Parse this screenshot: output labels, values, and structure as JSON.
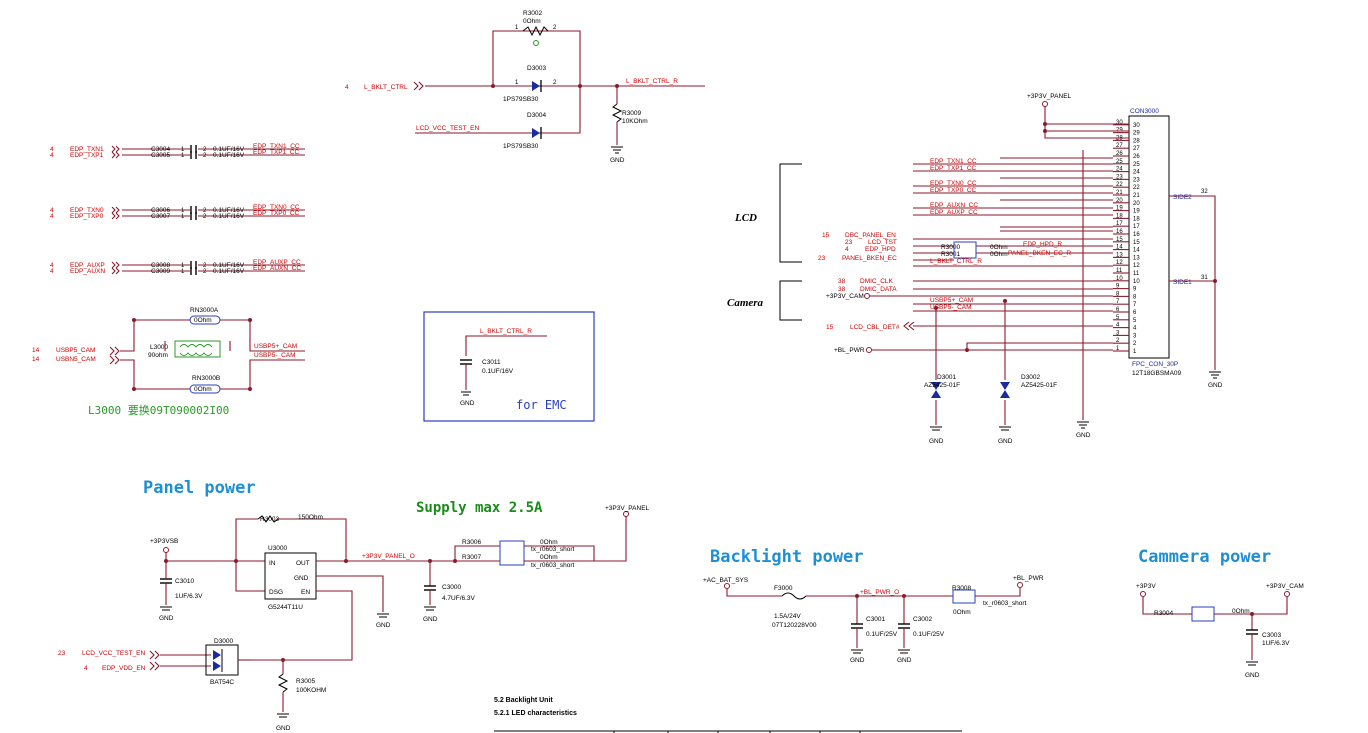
{
  "headers": {
    "panel_power": "Panel power",
    "supply": "Supply max 2.5A",
    "backlight_power": "Backlight power",
    "camera_power": "Cammera power",
    "lcd": "LCD",
    "camera": "Camera",
    "emc_note": "for EMC",
    "l3000_note": "L3000 要换09T090002I00"
  },
  "top": {
    "r3002": "R3002",
    "r3002_val": "0Ohm",
    "d3003": "D3003",
    "d3003_part": "1PS79SB30",
    "d3004": "D3004",
    "d3004_part": "1PS79SB30",
    "r3009": "R3009",
    "r3009_val": "10KOhm",
    "sig_in": "L_BKLT_CTRL",
    "sig_out": "L_BKLT_CTRL_R",
    "sig_test": "LCD_VCC_TEST_EN",
    "sheet_ref": "4"
  },
  "edp_caps": [
    {
      "ref": "4",
      "net": "EDP_TXN1",
      "cap": "C3004",
      "val": "0.1UF/16V",
      "out": "EDP_TXN1_CC"
    },
    {
      "ref": "4",
      "net": "EDP_TXP1",
      "cap": "C3005",
      "val": "0.1UF/16V",
      "out": "EDP_TXP1_CC"
    },
    {
      "ref": "4",
      "net": "EDP_TXN0",
      "cap": "C3006",
      "val": "0.1UF/16V",
      "out": "EDP_TXN0_CC"
    },
    {
      "ref": "4",
      "net": "EDP_TXP0",
      "cap": "C3007",
      "val": "0.1UF/16V",
      "out": "EDP_TXP0_CC"
    },
    {
      "ref": "4",
      "net": "EDP_AUXP",
      "cap": "C3008",
      "val": "0.1UF/16V",
      "out": "EDP_AUXP_CC"
    },
    {
      "ref": "4",
      "net": "EDP_AUXN",
      "cap": "C3009",
      "val": "0.1UF/16V",
      "out": "EDP_AUXN_CC"
    }
  ],
  "usb": {
    "rn_a": "RN3000A",
    "rn_b": "RN3000B",
    "rn_val": "0Ohm",
    "l3000": "L3000",
    "l3000_val": "90ohm",
    "in_p": "USBP5_CAM",
    "in_n": "USBN5_CAM",
    "ref": "14",
    "out_p": "USBP5+_CAM",
    "out_n": "USBP5-_CAM"
  },
  "emc": {
    "net": "L_BKLT_CTRL_R",
    "cap": "C3011",
    "val": "0.1UF/16V",
    "gnd": "GND"
  },
  "connector": {
    "ref": "CON3000",
    "part": "FPC_CON_30P",
    "pn": "12T18GBSMA09",
    "power": "+3P3V_PANEL",
    "side2": "SIDE2",
    "side1": "SIDE1",
    "pin32": "32",
    "pin31": "31",
    "nets": [
      {
        "pin": "23",
        "label": "EDP_TXN1_CC"
      },
      {
        "pin": "22",
        "label": "EDP_TXP1_CC"
      },
      {
        "pin": "20",
        "label": "EDP_TXN0_CC"
      },
      {
        "pin": "19",
        "label": "EDP_TXP0_CC"
      },
      {
        "pin": "18",
        "label": "EDP_AUXN_CC"
      },
      {
        "pin": "17",
        "label": "EDP_AUXP_CC"
      }
    ],
    "ctrl": [
      {
        "ref": "15",
        "label": "DBC_PANEL_EN"
      },
      {
        "ref": "23",
        "label": "LCD_TST"
      },
      {
        "ref": "4",
        "label": "EDP_HPD"
      },
      {
        "ref": "23",
        "label": "PANEL_BKEN_EC"
      }
    ],
    "r3000": "R3000",
    "r3001": "R3001",
    "r_val": "0Ohm",
    "hpd_r": "EDP_HPD_R",
    "bken_r": "PANEL_BKEN_EC_R",
    "bklt_r": "L_BKLT_CTRL_R",
    "dmic": [
      {
        "ref": "38",
        "label": "DMIC_CLK"
      },
      {
        "ref": "38",
        "label": "DMIC_DATA"
      }
    ],
    "cam_pwr": "+3P3V_CAM",
    "usbp": "USBP5+_CAM",
    "usbn": "USBP5-_CAM",
    "det": {
      "ref": "15",
      "label": "LCD_CBL_DET#"
    },
    "bl_pwr": "+BL_PWR",
    "d3001": "D3001",
    "d3001_part": "AZ5425-01F",
    "d3002": "D3002",
    "d3002_part": "AZ5425-01F",
    "gnd": "GND"
  },
  "panel": {
    "vin": "+3P3VSB",
    "c3010": "C3010",
    "c3010_val": "1UF/6.3V",
    "r3003": "R3003",
    "r3003_val": "150Ohm",
    "u3000": "U3000",
    "u3000_part": "G5244T11U",
    "pin_in": "IN",
    "pin_out": "OUT",
    "pin_gnd": "GND",
    "pin_dsg": "DSG",
    "pin_en": "EN",
    "out_net": "+3P3V_PANEL_O",
    "c3000": "C3000",
    "c3000_val": "4.7UF/6.3V",
    "r3006": "R3006",
    "r3007": "R3007",
    "r_val": "0Ohm",
    "short": "tx_r0603_short",
    "vout": "+3P3V_PANEL",
    "d3000": "D3000",
    "d3000_part": "BAT54C",
    "en1": {
      "ref": "23",
      "label": "LCD_VCC_TEST_EN"
    },
    "en2": {
      "ref": "4",
      "label": "EDP_VDD_EN"
    },
    "r3005": "R3005",
    "r3005_val": "100KOHM",
    "gnd": "GND"
  },
  "backlight": {
    "vin": "+AC_BAT_SYS",
    "f3000": "F3000",
    "f3000_val": "1.5A/24V",
    "f3000_pn": "07T120228V00",
    "net": "+BL_PWR_O",
    "c3001": "C3001",
    "c3001_val": "0.1UF/25V",
    "c3002": "C3002",
    "c3002_val": "0.1UF/25V",
    "r3008": "R3008",
    "r3008_val": "0Ohm",
    "short": "tx_r0603_short",
    "vout": "+BL_PWR"
  },
  "camera": {
    "vin": "+3P3V",
    "vout": "+3P3V_CAM",
    "r3004": "R3004",
    "r3004_val": "0Ohm",
    "c3003": "C3003",
    "c3003_val": "1UF/6.3V"
  },
  "doc": {
    "s1": "5.2 Backlight Unit",
    "s2": "5.2.1 LED characteristics"
  }
}
